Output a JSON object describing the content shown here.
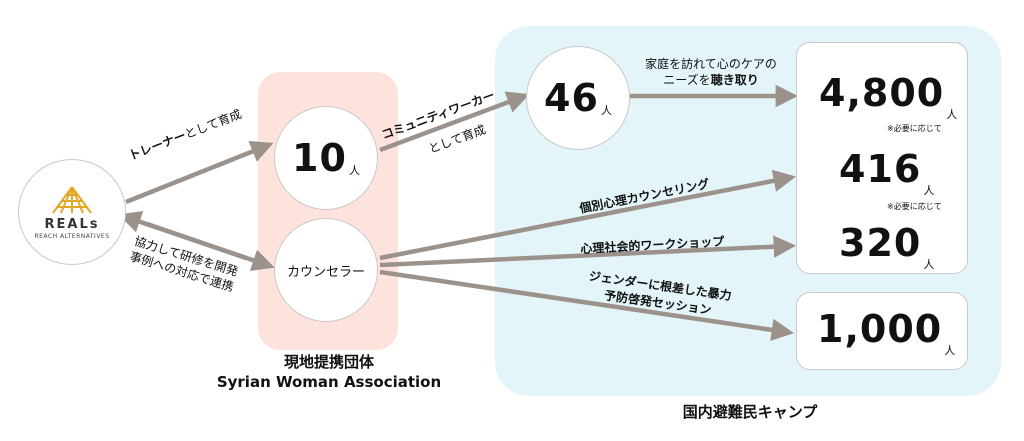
{
  "logo": {
    "name": "REALs",
    "subtitle": "REACH ALTERNATIVES",
    "accent": "#e0a828"
  },
  "partner": {
    "title_jp": "現地提携団体",
    "title_en": "Syrian Woman Association"
  },
  "camp": {
    "title": "国内避難民キャンプ"
  },
  "nodes": {
    "trainers": {
      "value": "10",
      "unit": "人"
    },
    "counselor": {
      "label": "カウンセラー"
    },
    "community_workers": {
      "value": "46",
      "unit": "人"
    }
  },
  "boxes": {
    "top": [
      {
        "value": "4,800",
        "unit": "人"
      },
      {
        "value": "416",
        "unit": "人"
      },
      {
        "value": "320",
        "unit": "人"
      }
    ],
    "bottom": {
      "value": "1,000",
      "unit": "人"
    },
    "note": "※必要に応じて"
  },
  "edges": {
    "trainer": {
      "bold": "トレーナー",
      "rest": "として育成"
    },
    "community": {
      "bold": "コミュニティワーカー",
      "rest": "として育成"
    },
    "collab_line1": "協力して研修を開発",
    "collab_line2": "事例への対応で連携",
    "visit_line1": "家庭を訪れて心のケアの",
    "visit_line2_plain": "ニーズを",
    "visit_line2_bold": "聴き取り",
    "individual": "個別心理カウンセリング",
    "psychosocial": "心理社会的ワークショップ",
    "gbv_line1": "ジェンダーに根差した暴力",
    "gbv_line2": "予防啓発セッション"
  },
  "colors": {
    "arrow": "#9c928c",
    "pink_panel": "#fde3dc",
    "blue_panel": "#e3f5f8"
  }
}
